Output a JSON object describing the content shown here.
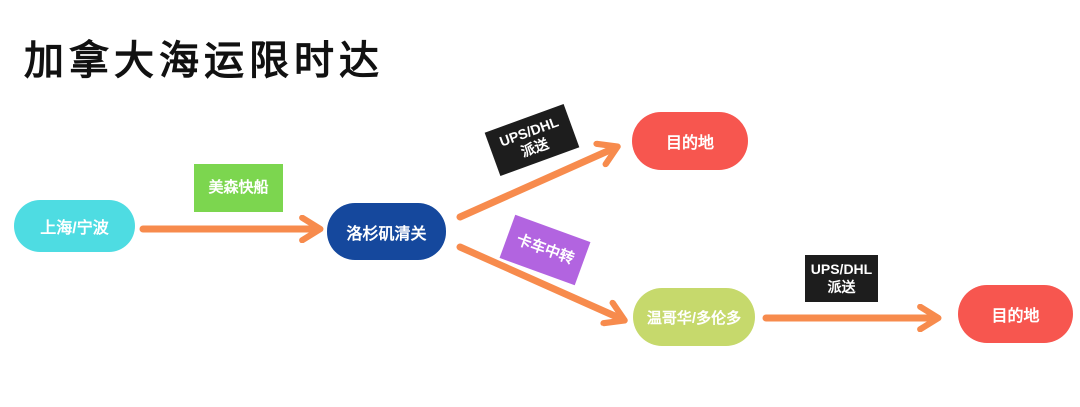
{
  "title": "加拿大海运限时达",
  "flow": {
    "nodes": {
      "origin": {
        "label": "上海/宁波",
        "color": "#4EDCE2"
      },
      "la_customs": {
        "label": "洛杉矶清关",
        "color": "#15489D"
      },
      "destination_top": {
        "label": "目的地",
        "color": "#F7564F"
      },
      "vancouver_toronto": {
        "label": "温哥华/多伦多",
        "color": "#C6D96C"
      },
      "destination_bottom": {
        "label": "目的地",
        "color": "#F7564F"
      }
    },
    "edge_labels": {
      "matson": {
        "label": "美森快船",
        "color": "#7CD64F"
      },
      "ups_dhl_top": {
        "line1": "UPS/DHL",
        "line2": "派送",
        "color": "#1D1D1D"
      },
      "truck_transfer": {
        "label": "卡车中转",
        "color": "#B264E0"
      },
      "ups_dhl_bottom": {
        "line1": "UPS/DHL",
        "line2": "派送",
        "color": "#1D1D1D"
      }
    },
    "arrow_color": "#F78B4D"
  }
}
